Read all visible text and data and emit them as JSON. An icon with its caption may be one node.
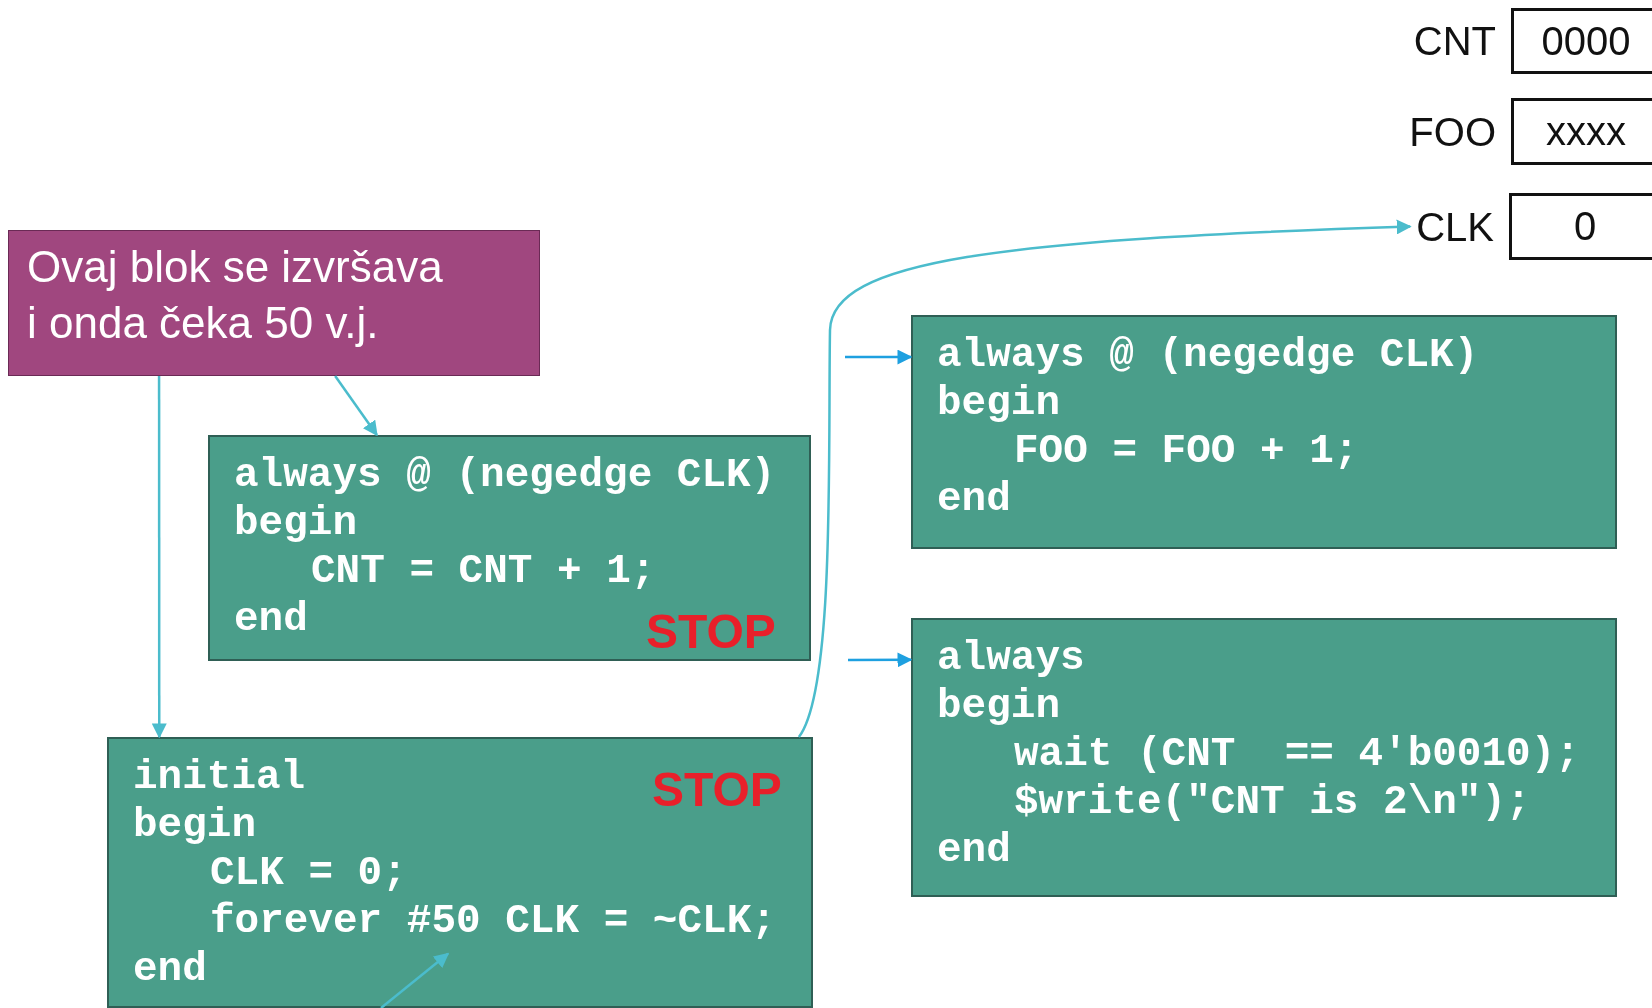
{
  "diagram": {
    "nodes": [
      {
        "text": [
          "0000"
        ],
        "beside": [
          "CNT"
        ]
      },
      {
        "text": [
          "xxxx"
        ],
        "beside": [
          "FOO"
        ]
      },
      {
        "text": [
          "0"
        ],
        "beside": [
          "CLK"
        ]
      },
      {
        "text": [
          "Ovaj blok se izvršava",
          "i onda čeka 50 v.j."
        ]
      },
      {
        "text": [
          "always @ (negedge CLK)",
          "begin",
          "CNT = CNT + 1;",
          "end",
          "STOP"
        ]
      },
      {
        "text": [
          "initial",
          "begin",
          "CLK = 0;",
          "forever #50 CLK = ~CLK;",
          "end",
          "STOP"
        ]
      },
      {
        "text": [
          "always @ (negedge CLK)",
          "begin",
          "FOO = FOO + 1;",
          "end"
        ]
      },
      {
        "text": [
          "always",
          "begin",
          "wait (CNT  == 4'b0010);",
          "$write(\"CNT is 2\\n\");",
          "end"
        ]
      }
    ],
    "edges": [
      {
        "from": 3,
        "to": 5,
        "arrow": "to"
      },
      {
        "from": 3,
        "to": 4,
        "arrow": "to"
      },
      {
        "from": 5,
        "to": 2,
        "arrow": "to"
      },
      {
        "from": null,
        "to": 6,
        "arrow": "to",
        "color": "#1ea0e0"
      },
      {
        "from": null,
        "to": 7,
        "arrow": "to",
        "color": "#1ea0e0"
      },
      {
        "from": null,
        "to": 5,
        "arrow": "to"
      }
    ]
  }
}
